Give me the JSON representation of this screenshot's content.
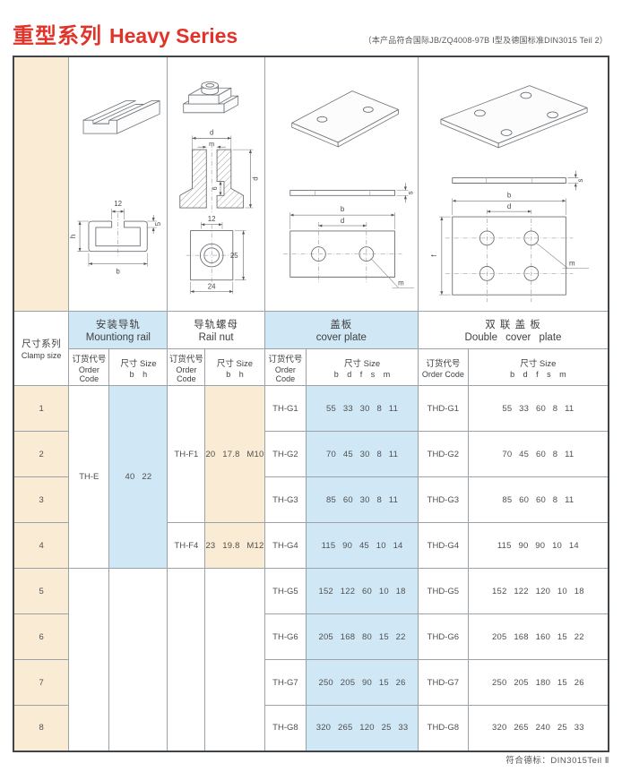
{
  "page": {
    "title_cn": "重型系列",
    "title_en": "Heavy Series",
    "note": "（本产品符合国际JB/ZQ4008-97B Ⅰ型及德国标准DIN3015 Teil 2）",
    "footer": "符合德标：DIN3015Teil Ⅱ"
  },
  "colors": {
    "accent_red": "#e2332a",
    "cell_beige": "#faecd4",
    "cell_blue": "#d0e8f6",
    "border_gray": "#9aa1a7"
  },
  "table": {
    "clamp_header": {
      "cn": "尺寸系列",
      "en": "Clamp size"
    },
    "groups": [
      {
        "cn": "安装导轨",
        "en": "Mountiong rail"
      },
      {
        "cn": "导轨螺母",
        "en": "Rail nut"
      },
      {
        "cn": "盖板",
        "en": "cover plate"
      },
      {
        "cn": "双 联 盖 板",
        "en": "Double cover plate"
      }
    ],
    "sub": {
      "order_cn": "订货代号",
      "order_en": "Order Code",
      "size_cn": "尺寸 Size",
      "size_bh": "b h",
      "size_bdfsm": "b d f s m"
    },
    "merged": {
      "rail_code": "TH-E",
      "rail_size": "40 22",
      "nut_code_a": "TH-F1",
      "nut_size_a": "20 17.8 M10",
      "nut_code_b": "TH-F4",
      "nut_size_b": "23 19.8 M12"
    },
    "rows": [
      {
        "n": "1",
        "cp_code": "TH-G1",
        "cp_size": "55 33 30 8 11",
        "dcp_code": "THD-G1",
        "dcp_size": "55 33 60 8 11"
      },
      {
        "n": "2",
        "cp_code": "TH-G2",
        "cp_size": "70 45 30 8 11",
        "dcp_code": "THD-G2",
        "dcp_size": "70 45 60 8 11"
      },
      {
        "n": "3",
        "cp_code": "TH-G3",
        "cp_size": "85 60 30 8 11",
        "dcp_code": "THD-G3",
        "dcp_size": "85 60 60 8 11"
      },
      {
        "n": "4",
        "cp_code": "TH-G4",
        "cp_size": "115 90 45 10 14",
        "dcp_code": "THD-G4",
        "dcp_size": "115 90 90 10 14"
      },
      {
        "n": "5",
        "cp_code": "TH-G5",
        "cp_size": "152 122 60 10 18",
        "dcp_code": "THD-G5",
        "dcp_size": "152 122 120 10 18"
      },
      {
        "n": "6",
        "cp_code": "TH-G6",
        "cp_size": "205 168 80 15 22",
        "dcp_code": "THD-G6",
        "dcp_size": "205 168 160 15 22"
      },
      {
        "n": "7",
        "cp_code": "TH-G7",
        "cp_size": "250 205 90 15 26",
        "dcp_code": "THD-G7",
        "dcp_size": "250 205 180 15 26"
      },
      {
        "n": "8",
        "cp_code": "TH-G8",
        "cp_size": "320 265 120 25 33",
        "dcp_code": "THD-G8",
        "dcp_size": "320 265 240 25 33"
      }
    ]
  },
  "drawings": {
    "rail": {
      "dim_slot": "12",
      "dim_lip": "5",
      "dim_h": "h",
      "dim_b": "b"
    },
    "nut": {
      "dim_d_top": "d",
      "dim_m": "m",
      "dim_step": "6",
      "dim_d_side": "d",
      "dim_12": "12",
      "dim_25": "25",
      "dim_24": "24"
    },
    "cover": {
      "dim_s": "s",
      "dim_b": "b",
      "dim_d": "d",
      "dim_m": "m"
    },
    "double": {
      "dim_s": "s",
      "dim_b": "b",
      "dim_d": "d",
      "dim_f": "f",
      "dim_m": "m"
    }
  }
}
